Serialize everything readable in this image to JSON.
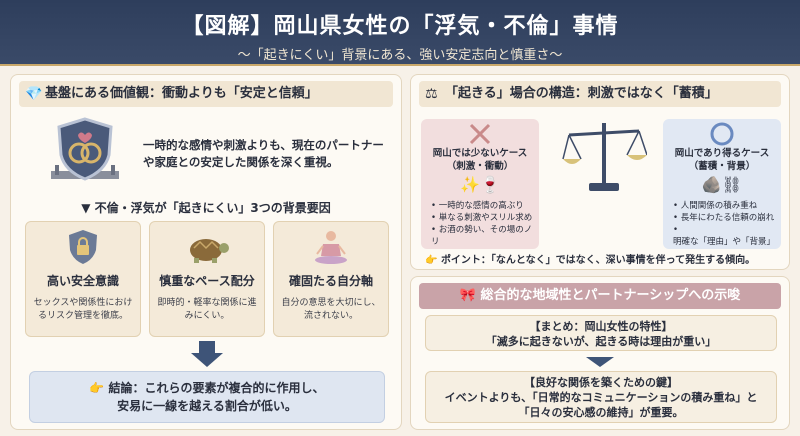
{
  "header": {
    "title": "【図解】岡山県女性の「浮気・不倫」事情",
    "subtitle": "〜「起きにくい」背景にある、強い安定志向と慎重さ〜"
  },
  "left": {
    "section_title": "基盤にある価値観：衝動よりも「安定と信頼」",
    "intro": "一時的な感情や刺激よりも、現在のパートナーや家庭との安定した関係を深く重視。",
    "factors_title": "▼ 不倫・浮気が「起きにくい」3つの背景要因",
    "factors": [
      {
        "name": "高い安全意識",
        "desc": "セックスや関係性におけるリスク管理を徹底。",
        "icon": "lock-shield-icon"
      },
      {
        "name": "慎重なペース配分",
        "desc": "即時的・軽率な関係に進みにくい。",
        "icon": "turtle-icon"
      },
      {
        "name": "確固たる自分軸",
        "desc": "自分の意思を大切にし、流されない。",
        "icon": "meditation-icon"
      }
    ],
    "conclusion_line1": "結論：これらの要素が複合的に作用し、",
    "conclusion_line2": "安易に一線を越える割合が低い。"
  },
  "right_top": {
    "section_title": "「起きる」場合の構造：刺激ではなく「蓄積」",
    "case_rare": {
      "title_line1": "岡山では少ないケース",
      "title_line2": "（刺激・衝動）",
      "items": [
        "一時的な感情の高ぶり",
        "単なる刺激やスリル求め",
        "お酒の勢い、その場のノリ"
      ]
    },
    "case_likely": {
      "title_line1": "岡山であり得るケース",
      "title_line2": "（蓄積・背景）",
      "items": [
        "人間関係の積み重ね",
        "長年にわたる信頼の崩れ",
        "明確な「理由」や「背景」"
      ]
    },
    "point": "ポイント：「なんとなく」ではなく、深い事情を伴って発生する傾向。"
  },
  "right_bottom": {
    "section_title": "総合的な地域性とパートナーシップへの示唆",
    "summary_line1": "【まとめ：岡山女性の特性】",
    "summary_line2": "「滅多に起きないが、起きる時は理由が重い」",
    "key_line1": "【良好な関係を築くための鍵】",
    "key_line2": "イベントよりも、「日常的なコミュニケーションの積み重ね」と",
    "key_line3": "「日々の安心感の維持」が重要。"
  },
  "colors": {
    "navy": "#2e3e5c",
    "gold": "#c9a86a",
    "cream": "#fdfaf4",
    "mauve": "#c9a3a8"
  }
}
